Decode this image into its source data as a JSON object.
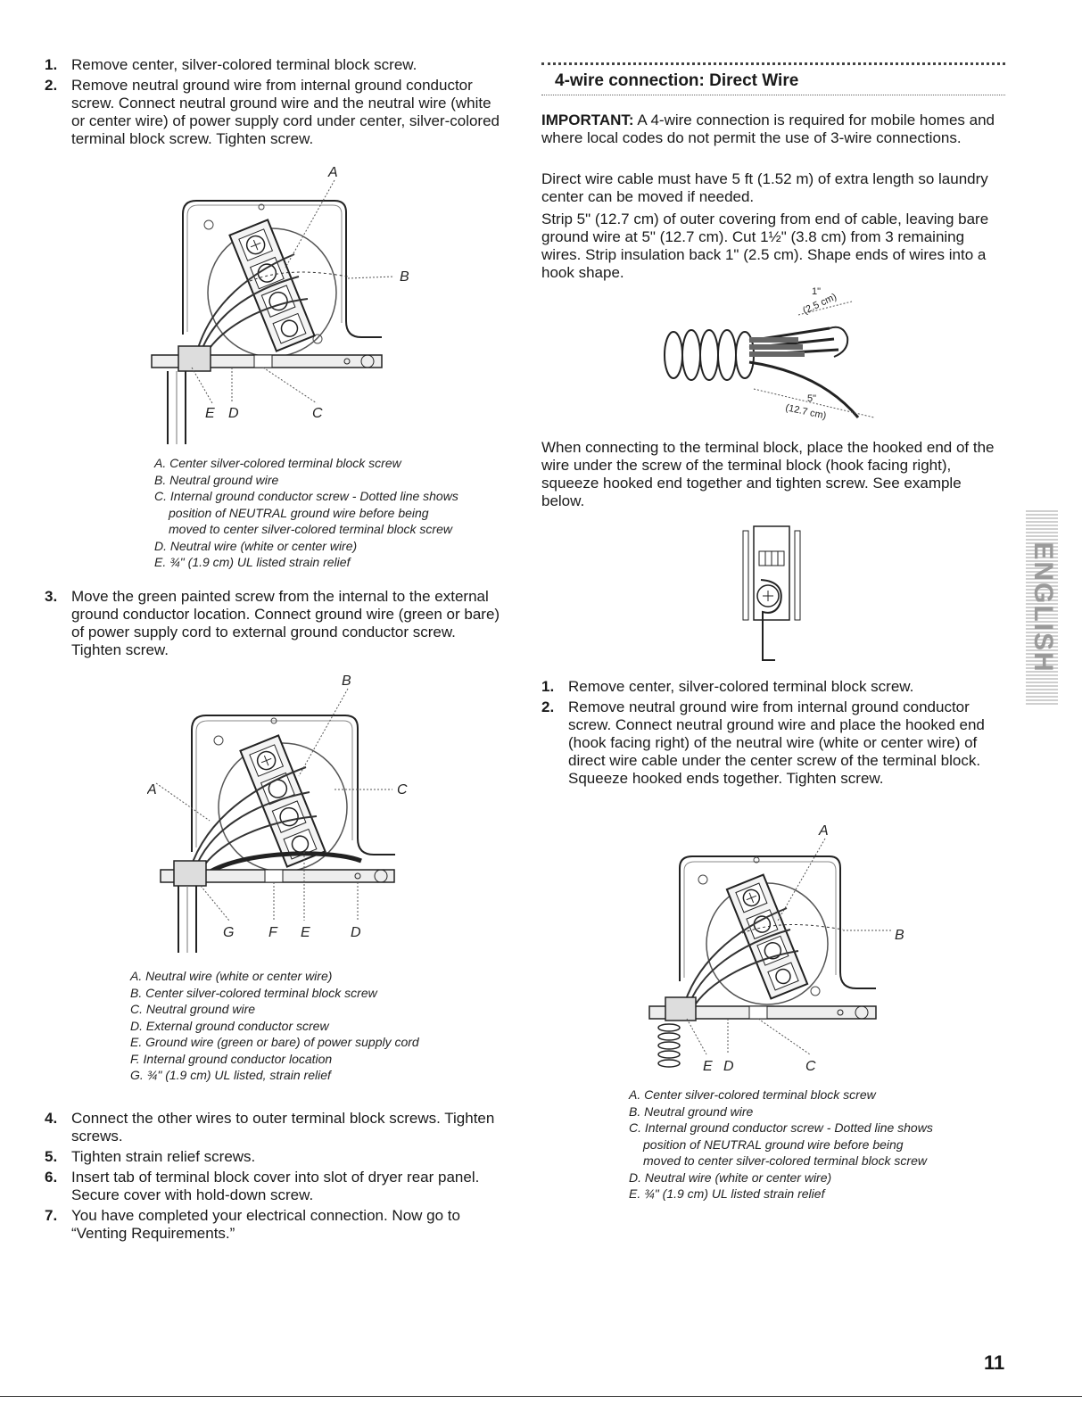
{
  "left_steps_a": [
    {
      "num": "1.",
      "text": "Remove center, silver-colored terminal block screw."
    },
    {
      "num": "2.",
      "text": "Remove neutral ground wire from internal ground conductor screw. Connect neutral ground wire and the neutral wire (white or center wire) of power supply cord under center, silver-colored terminal block screw. Tighten screw."
    }
  ],
  "figure1": {
    "labels": {
      "a": "A",
      "b": "B",
      "c": "C",
      "d": "D",
      "e": "E"
    },
    "caption": [
      "A. Center silver-colored terminal block screw",
      "B. Neutral ground wire",
      "C. Internal ground conductor screw - Dotted line shows",
      "position of NEUTRAL ground wire before being",
      "moved to center silver-colored terminal block screw",
      "D. Neutral wire (white or center wire)",
      "E. ¾\" (1.9 cm) UL listed strain relief"
    ]
  },
  "left_steps_b": [
    {
      "num": "3.",
      "text": "Move the green painted screw from the internal to the external ground conductor location. Connect ground wire (green or bare) of power supply cord to external ground conductor screw. Tighten screw."
    }
  ],
  "figure2": {
    "labels": {
      "a": "A",
      "b": "B",
      "c": "C",
      "d": "D",
      "e": "E",
      "f": "F",
      "g": "G"
    },
    "caption": [
      "A. Neutral wire (white or center wire)",
      "B. Center silver-colored terminal block screw",
      "C. Neutral ground wire",
      "D. External ground conductor screw",
      "E. Ground wire (green or bare) of power supply cord",
      "F. Internal ground conductor location",
      "G. ¾\" (1.9 cm) UL listed, strain relief"
    ]
  },
  "left_steps_c": [
    {
      "num": "4.",
      "text": "Connect the other wires to outer terminal block screws. Tighten screws."
    },
    {
      "num": "5.",
      "text": "Tighten strain relief screws."
    },
    {
      "num": "6.",
      "text": "Insert tab of terminal block cover into slot of dryer rear panel. Secure cover with hold-down screw."
    },
    {
      "num": "7.",
      "text": "You have completed your electrical connection. Now go to “Venting Requirements.”"
    }
  ],
  "right": {
    "section_title": "4-wire connection: Direct Wire",
    "important_label": "IMPORTANT:",
    "important_text": " A 4-wire connection is required for mobile homes and where local codes do not permit the use of 3-wire connections.",
    "para1": "Direct wire cable must have 5 ft (1.52 m) of extra length so laundry center can be moved if needed.",
    "para2": "Strip 5\" (12.7 cm) of outer covering from end of cable, leaving bare ground wire at 5\" (12.7 cm). Cut 1½\" (3.8 cm) from 3 remaining wires. Strip insulation back 1\" (2.5 cm). Shape ends of wires into a hook shape.",
    "cable_labels": {
      "one_in": "1\"",
      "one_cm": "(2.5 cm)",
      "five_in": "5\"",
      "five_cm": "(12.7 cm)"
    },
    "para3": "When connecting to the terminal block, place the hooked end of the wire under the screw of the terminal block (hook facing right), squeeze hooked end together and tighten screw. See example below.",
    "steps": [
      {
        "num": "1.",
        "text": "Remove center, silver-colored terminal block screw."
      },
      {
        "num": "2.",
        "text": "Remove neutral ground wire from internal ground conductor screw. Connect neutral ground wire and place the hooked end (hook facing right) of the neutral wire (white or center wire) of direct wire cable under the center screw of the terminal block. Squeeze hooked ends together. Tighten screw."
      }
    ],
    "figure3": {
      "labels": {
        "a": "A",
        "b": "B",
        "c": "C",
        "d": "D",
        "e": "E"
      },
      "caption": [
        "A. Center silver-colored terminal block screw",
        "B. Neutral ground wire",
        "C. Internal ground conductor screw - Dotted line shows",
        "position of NEUTRAL ground wire before being",
        "moved to center silver-colored terminal block screw",
        "D. Neutral wire (white or center wire)",
        "E. ¾\" (1.9 cm) UL listed strain relief"
      ]
    }
  },
  "side_tab_text": "ENGLISH",
  "page_number": "11"
}
